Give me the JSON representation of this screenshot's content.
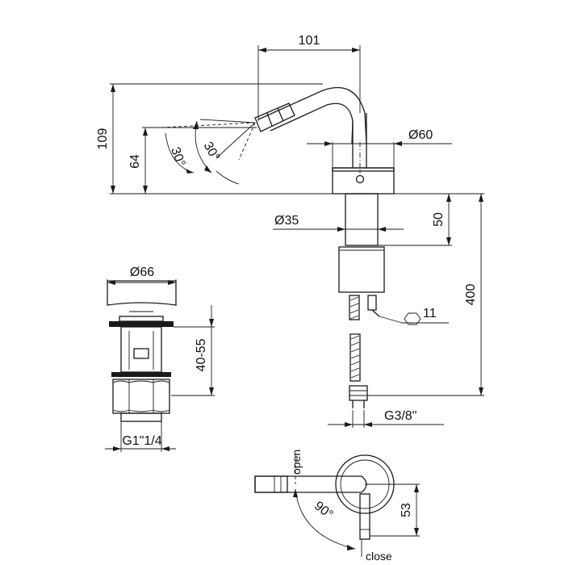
{
  "dimensions": {
    "width_101": "101",
    "height_109": "109",
    "height_64": "64",
    "angle_left": "30°",
    "angle_right": "30°",
    "dia_60": "Ø60",
    "dia_35": "Ø35",
    "len_50": "50",
    "len_400": "400",
    "hex_11": "11",
    "thread_g38": "G3/8\"",
    "dia_66": "Ø66",
    "range_40_55": "40-55",
    "thread_g114": "G1\"1/4",
    "angle_90": "90°",
    "len_53": "53"
  },
  "handle": {
    "open_label": "open",
    "close_label": "close"
  }
}
